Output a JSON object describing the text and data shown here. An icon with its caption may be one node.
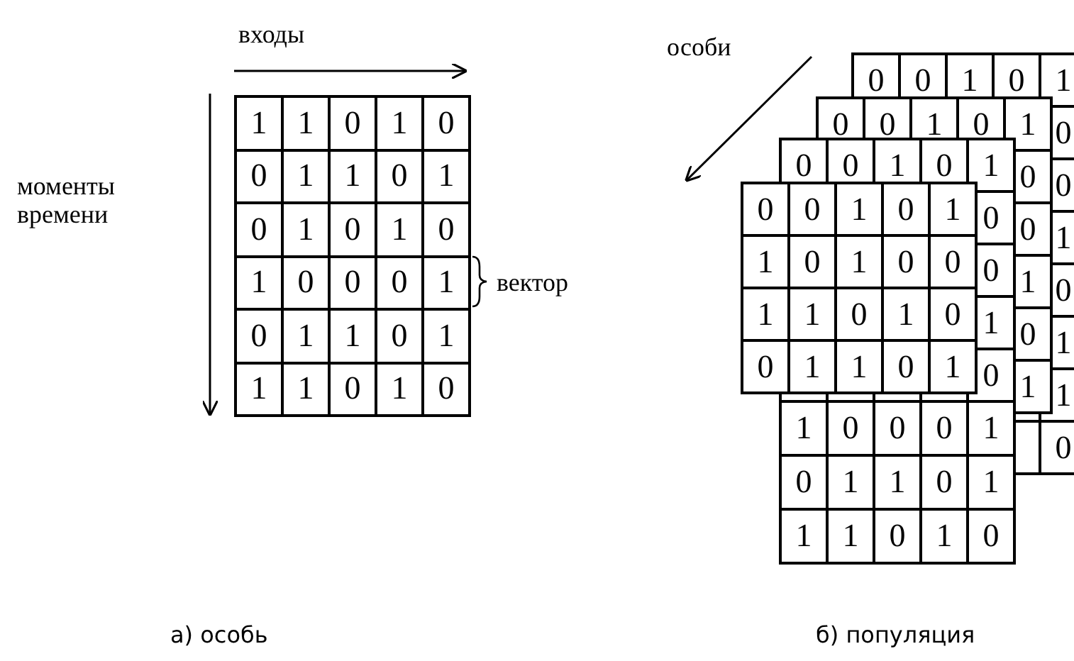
{
  "diagram": {
    "labels": [
      "входы",
      "особи",
      "моменты времени",
      "вектор",
      "1",
      "1",
      "0",
      "1",
      "0",
      "0",
      "1",
      "1",
      "0",
      "1",
      "0",
      "1",
      "0",
      "1",
      "0",
      "1",
      "0",
      "0",
      "0",
      "1",
      "0",
      "1",
      "1",
      "0",
      "1",
      "1",
      "1",
      "0",
      "1",
      "0",
      "0",
      "0",
      "1",
      "0",
      "1",
      "0",
      "0",
      "1",
      "0",
      "1",
      "1",
      "0",
      "0",
      "0",
      "1",
      "0",
      "1",
      "0",
      "0",
      "1",
      "0",
      "1",
      "0",
      "0",
      "1",
      "0",
      "1",
      "0",
      "0",
      "1",
      "0",
      "0",
      "0",
      "1",
      "0",
      "1",
      "1",
      "0",
      "1",
      "0",
      "0",
      "1",
      "1",
      "0",
      "1",
      "0",
      "0",
      "1",
      "1",
      "0",
      "1",
      "1",
      "0",
      "0",
      "0",
      "1",
      "0",
      "1",
      "1",
      "0",
      "1",
      "1",
      "1",
      "0",
      "1",
      "0",
      "а) особь",
      "б) популяция"
    ]
  }
}
